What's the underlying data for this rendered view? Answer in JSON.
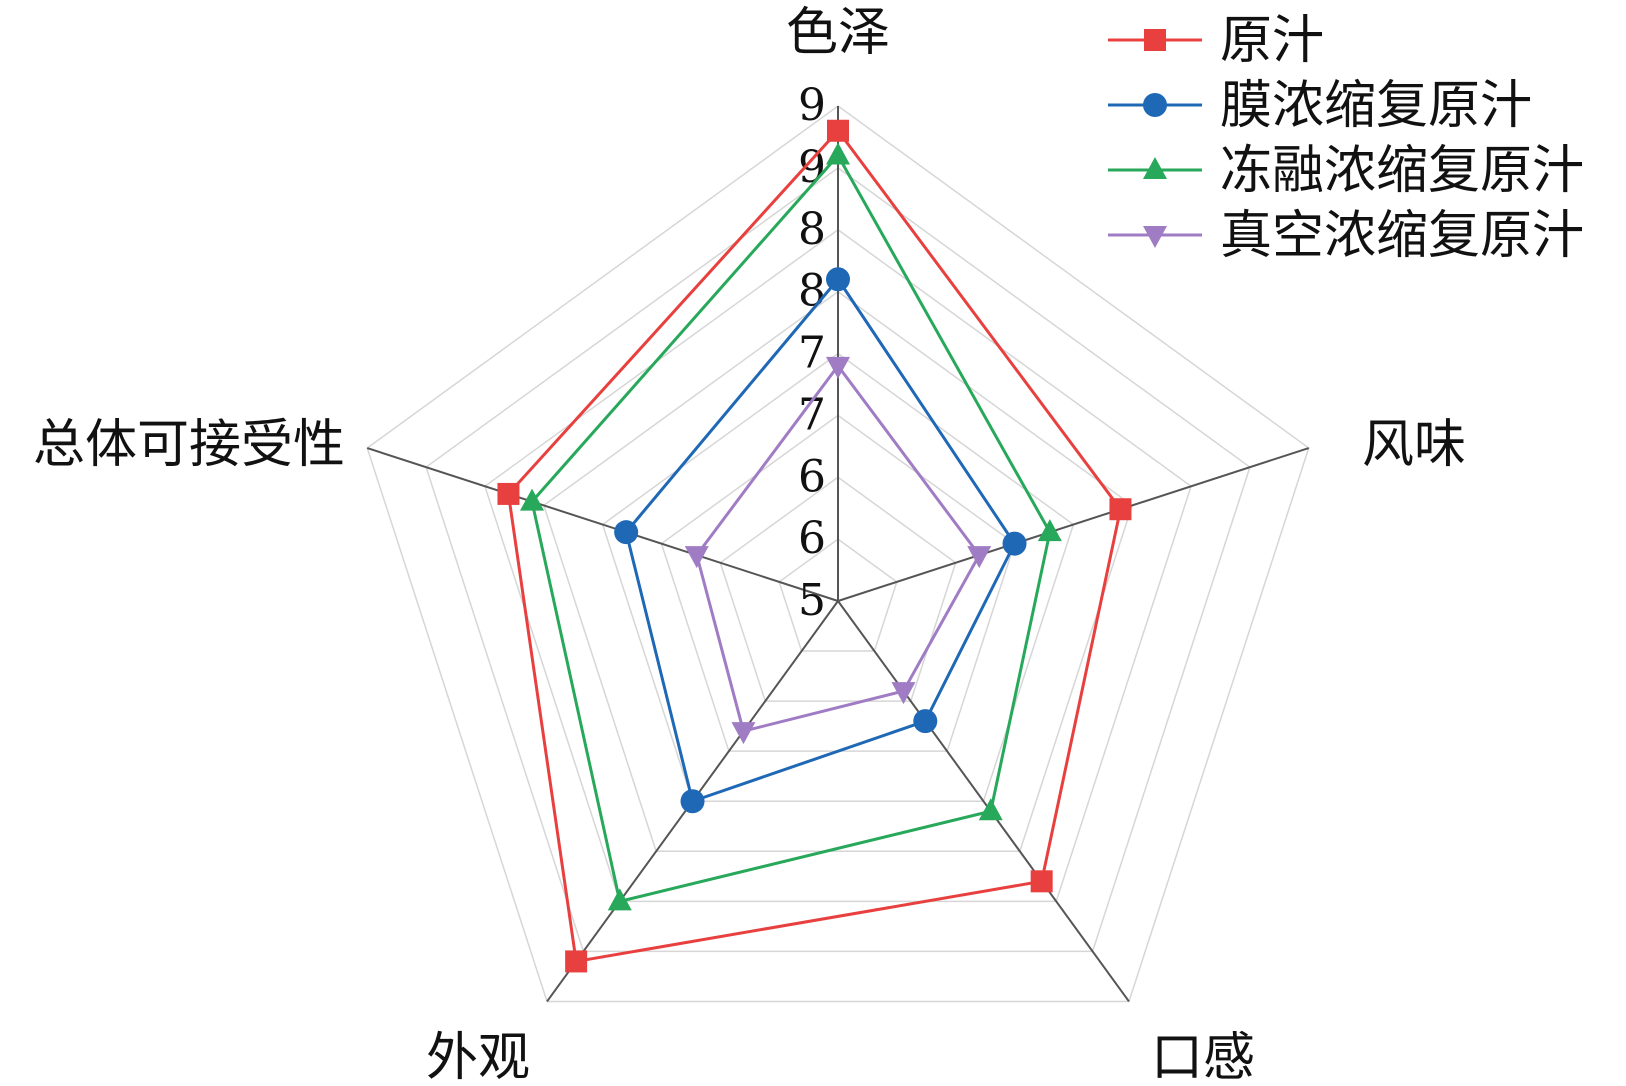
{
  "chart_data": {
    "type": "radar",
    "axes": [
      "色泽",
      "风味",
      "口感",
      "外观",
      "总体可接受性"
    ],
    "rlim": [
      5,
      9
    ],
    "ticks": [
      5,
      5.5,
      6,
      6.5,
      7,
      7.5,
      8,
      8.5,
      9
    ],
    "tick_labels": [
      "5",
      "6",
      "6",
      "7",
      "7",
      "8",
      "8",
      "9",
      "9"
    ],
    "grid": true,
    "legend_position": "top-right",
    "series": [
      {
        "name": "原汁",
        "color": "#e8403f",
        "marker": "square",
        "values": [
          8.8,
          7.4,
          7.8,
          8.6,
          7.8
        ]
      },
      {
        "name": "膜浓缩复原汁",
        "color": "#1f68b6",
        "marker": "circle",
        "values": [
          7.6,
          6.5,
          6.2,
          7.0,
          6.8
        ]
      },
      {
        "name": "冻融浓缩复原汁",
        "color": "#27a85a",
        "marker": "triangle-up",
        "values": [
          8.6,
          6.8,
          7.1,
          8.0,
          7.6
        ]
      },
      {
        "name": "真空浓缩复原汁",
        "color": "#a07cc5",
        "marker": "triangle-down",
        "values": [
          6.9,
          6.2,
          5.9,
          6.3,
          6.2
        ]
      }
    ]
  }
}
